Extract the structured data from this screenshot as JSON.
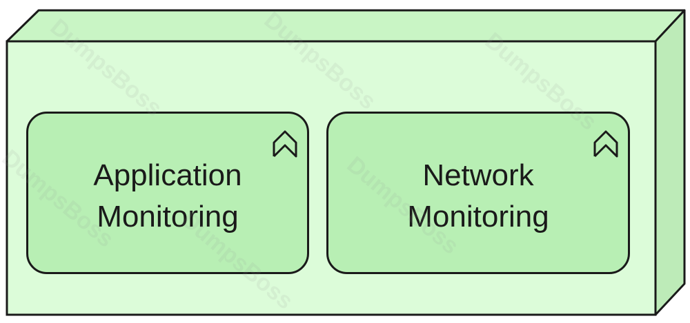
{
  "colors": {
    "node_front": "#dcfcd9",
    "node_top": "#c9f5c5",
    "node_side": "#bdebb8",
    "service_fill": "#b8efb4",
    "stroke": "#1a1a1a"
  },
  "node": {
    "icon": "node-3d-box",
    "services": [
      {
        "line1": "Application",
        "line2": "Monitoring",
        "icon": "business-service-chevron-icon"
      },
      {
        "line1": "Network",
        "line2": "Monitoring",
        "icon": "business-service-chevron-icon"
      }
    ]
  },
  "watermark": {
    "text": "DumpsBoss"
  }
}
